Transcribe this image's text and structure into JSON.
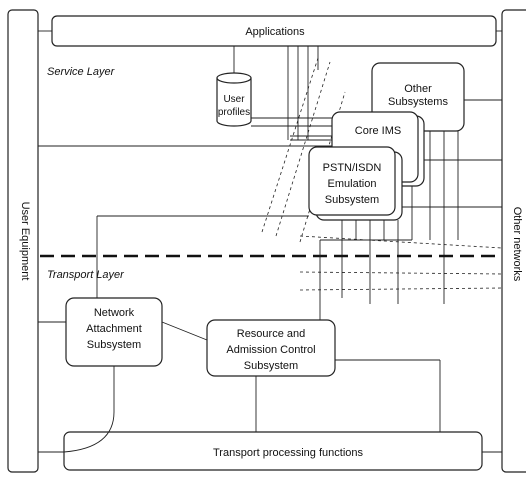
{
  "labels": {
    "applications": "Applications",
    "service_layer": "Service Layer",
    "transport_layer": "Transport Layer",
    "user_profiles": [
      "User",
      "profiles"
    ],
    "other_subsystems": [
      "Other",
      "Subsystems"
    ],
    "core_ims": "Core IMS",
    "pstn_emulation": [
      "PSTN/ISDN",
      "Emulation",
      "Subsystem"
    ],
    "network_attachment": [
      "Network",
      "Attachment",
      "Subsystem"
    ],
    "racs": [
      "Resource and",
      "Admission Control",
      "Subsystem"
    ],
    "transport_processing": "Transport processing functions",
    "user_equipment": "User Equipment",
    "other_networks": "Other networks"
  }
}
